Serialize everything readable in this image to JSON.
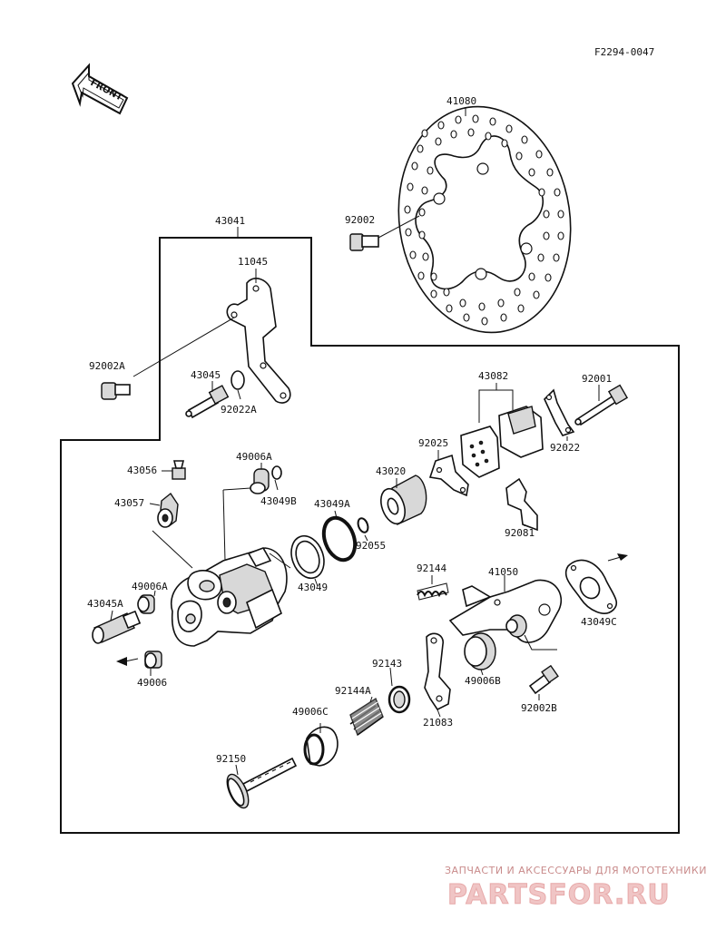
{
  "figure_code": "F2294-0047",
  "front_label": "FRONT",
  "group_label": "43041",
  "part_labels": {
    "p41080": "41080",
    "p92002": "92002",
    "p11045": "11045",
    "p92002A": "92002A",
    "p43045": "43045",
    "p92022A": "92022A",
    "p43082": "43082",
    "p92001": "92001",
    "p92025": "92025",
    "p92022": "92022",
    "p43056": "43056",
    "p49006A_top": "49006A",
    "p43049B": "43049B",
    "p43020": "43020",
    "p43057": "43057",
    "p43049A": "43049A",
    "p92055": "92055",
    "p92081": "92081",
    "p92144": "92144",
    "p41050": "41050",
    "p49006A_left": "49006A",
    "p43049": "43049",
    "p43045A": "43045A",
    "p43049C": "43049C",
    "p49006": "49006",
    "p92143": "92143",
    "p92144A": "92144A",
    "p49006B": "49006B",
    "p92002B": "92002B",
    "p49006C": "49006C",
    "p21083": "21083",
    "p92150": "92150"
  },
  "watermark": {
    "tagline": "ЗАПЧАСТИ И АКСЕССУАРЫ ДЛЯ МОТОТЕХНИКИ",
    "brand": "PARTSFOR.RU"
  }
}
